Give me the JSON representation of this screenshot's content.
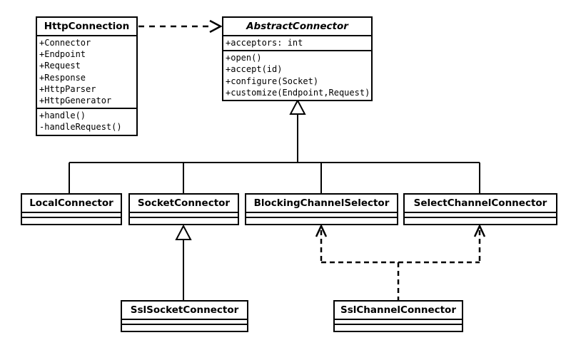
{
  "diagram": {
    "type": "uml-class-diagram",
    "colors": {
      "line": "#000000",
      "background": "#ffffff",
      "box_fill": "#ffffff",
      "text": "#000000"
    },
    "classes": [
      {
        "name": "HttpConnection",
        "abstract": false,
        "attributes": [
          "+Connector",
          "+Endpoint",
          "+Request",
          "+Response",
          "+HttpParser",
          "+HttpGenerator"
        ],
        "methods": [
          "+handle()",
          "-handleRequest()"
        ]
      },
      {
        "name": "AbstractConnector",
        "abstract": true,
        "attributes": [
          "+acceptors: int"
        ],
        "methods": [
          "+open()",
          "+accept(id)",
          "+configure(Socket)",
          "+customize(Endpoint,Request)"
        ]
      },
      {
        "name": "LocalConnector",
        "abstract": false,
        "attributes": [],
        "methods": []
      },
      {
        "name": "SocketConnector",
        "abstract": false,
        "attributes": [],
        "methods": []
      },
      {
        "name": "BlockingChannelSelector",
        "abstract": false,
        "attributes": [],
        "methods": []
      },
      {
        "name": "SelectChannelConnector",
        "abstract": false,
        "attributes": [],
        "methods": []
      },
      {
        "name": "SslSocketConnector",
        "abstract": false,
        "attributes": [],
        "methods": []
      },
      {
        "name": "SslChannelConnector",
        "abstract": false,
        "attributes": [],
        "methods": []
      }
    ],
    "relationships": [
      {
        "type": "dependency",
        "from": "HttpConnection",
        "to": "AbstractConnector",
        "line": "dashed",
        "arrow": "open"
      },
      {
        "type": "generalization",
        "from": "LocalConnector",
        "to": "AbstractConnector",
        "line": "solid",
        "arrow": "hollow-triangle"
      },
      {
        "type": "generalization",
        "from": "SocketConnector",
        "to": "AbstractConnector",
        "line": "solid",
        "arrow": "hollow-triangle"
      },
      {
        "type": "generalization",
        "from": "BlockingChannelSelector",
        "to": "AbstractConnector",
        "line": "solid",
        "arrow": "hollow-triangle"
      },
      {
        "type": "generalization",
        "from": "SelectChannelConnector",
        "to": "AbstractConnector",
        "line": "solid",
        "arrow": "hollow-triangle"
      },
      {
        "type": "generalization",
        "from": "SslSocketConnector",
        "to": "SocketConnector",
        "line": "solid",
        "arrow": "hollow-triangle"
      },
      {
        "type": "dependency",
        "from": "SslChannelConnector",
        "to": "BlockingChannelSelector",
        "line": "dashed",
        "arrow": "open"
      },
      {
        "type": "dependency",
        "from": "SslChannelConnector",
        "to": "SelectChannelConnector",
        "line": "dashed",
        "arrow": "open"
      }
    ]
  }
}
